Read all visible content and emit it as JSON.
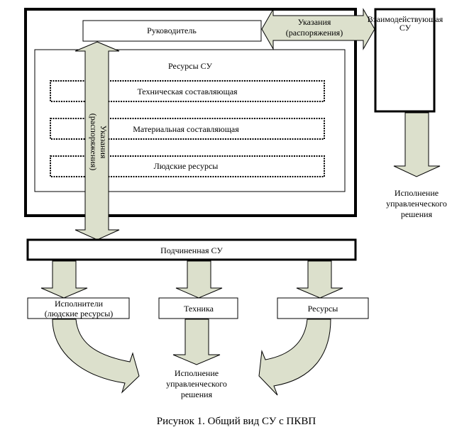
{
  "diagram": {
    "manager": "Руководитель",
    "resources_group": {
      "title": "Ресурсы СУ",
      "components": [
        "Техническая составляющая",
        "Материальная составляющая",
        "Людские ресурсы"
      ]
    },
    "instructions_horizontal": [
      "Указания",
      "(распоряжения)"
    ],
    "instructions_vertical": [
      "Указания",
      "(распоряжения)"
    ],
    "interacting_su": [
      "Взаимодействующая",
      "СУ"
    ],
    "interacting_outcome": [
      "Исполнение",
      "управленческого",
      "решения"
    ],
    "subordinate_su": "Подчиненная СУ",
    "subordinate_children": [
      {
        "lines": [
          "Исполнители",
          "(людские ресурсы)"
        ]
      },
      {
        "lines": [
          "Техника"
        ]
      },
      {
        "lines": [
          "Ресурсы"
        ]
      }
    ],
    "final_outcome": [
      "Исполнение",
      "управленческого",
      "решения"
    ],
    "caption": "Рисунок 1. Общий вид СУ с ПКВП",
    "colors": {
      "arrow_fill": "#dce0cc",
      "stroke": "#000000"
    }
  }
}
